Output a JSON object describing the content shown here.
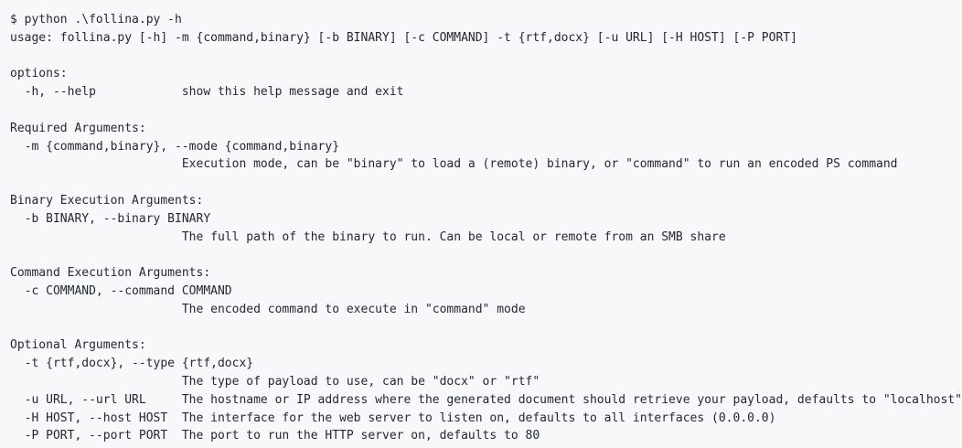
{
  "command": "$ python .\\follina.py -h",
  "usage": "usage: follina.py [-h] -m {command,binary} [-b BINARY] [-c COMMAND] -t {rtf,docx} [-u URL] [-H HOST] [-P PORT]",
  "options": {
    "heading": "options:",
    "help": "  -h, --help            show this help message and exit"
  },
  "required": {
    "heading": "Required Arguments:",
    "mode_flag": "  -m {command,binary}, --mode {command,binary}",
    "mode_desc": "                        Execution mode, can be \"binary\" to load a (remote) binary, or \"command\" to run an encoded PS command"
  },
  "binary": {
    "heading": "Binary Execution Arguments:",
    "flag": "  -b BINARY, --binary BINARY",
    "desc": "                        The full path of the binary to run. Can be local or remote from an SMB share"
  },
  "command_args": {
    "heading": "Command Execution Arguments:",
    "flag": "  -c COMMAND, --command COMMAND",
    "desc": "                        The encoded command to execute in \"command\" mode"
  },
  "optional": {
    "heading": "Optional Arguments:",
    "type_flag": "  -t {rtf,docx}, --type {rtf,docx}",
    "type_desc": "                        The type of payload to use, can be \"docx\" or \"rtf\"",
    "url": "  -u URL, --url URL     The hostname or IP address where the generated document should retrieve your payload, defaults to \"localhost\"",
    "host": "  -H HOST, --host HOST  The interface for the web server to listen on, defaults to all interfaces (0.0.0.0)",
    "port": "  -P PORT, --port PORT  The port to run the HTTP server on, defaults to 80"
  }
}
